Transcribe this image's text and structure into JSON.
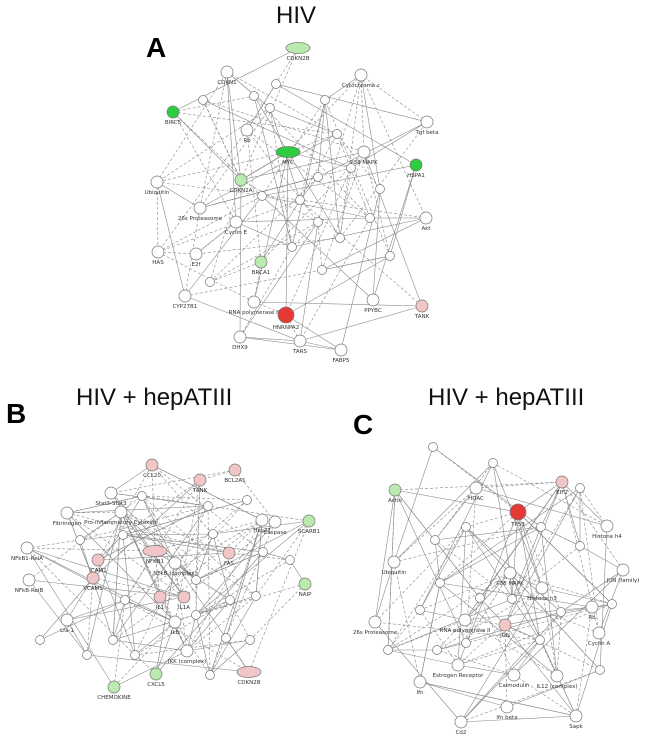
{
  "panels": [
    {
      "letter": "A",
      "title": "HIV",
      "nodes": [
        {
          "label": "CDKN2B",
          "status": "down"
        },
        {
          "label": "CDKN1",
          "status": "none"
        },
        {
          "label": "Cytochrome c",
          "status": "none"
        },
        {
          "label": "BIRC5",
          "status": "down"
        },
        {
          "label": "Rb",
          "status": "none"
        },
        {
          "label": "MYC",
          "status": "down"
        },
        {
          "label": "Tgf beta",
          "status": "none"
        },
        {
          "label": "P38 MAPK",
          "status": "none"
        },
        {
          "label": "HSPA1",
          "status": "down"
        },
        {
          "label": "Ubiquitin",
          "status": "none"
        },
        {
          "label": "CDKN2A",
          "status": "down"
        },
        {
          "label": "26s Proteasome",
          "status": "none"
        },
        {
          "label": "Cyclin E",
          "status": "none"
        },
        {
          "label": "E2f",
          "status": "none"
        },
        {
          "label": "BRCA1",
          "status": "down"
        },
        {
          "label": "HAS",
          "status": "none"
        },
        {
          "label": "CYP27B1",
          "status": "none"
        },
        {
          "label": "RNA polymerase II",
          "status": "none"
        },
        {
          "label": "HNRNPA2",
          "status": "up"
        },
        {
          "label": "DHX9",
          "status": "none"
        },
        {
          "label": "TARS",
          "status": "none"
        },
        {
          "label": "FABP5",
          "status": "none"
        },
        {
          "label": "PPYBC",
          "status": "none"
        },
        {
          "label": "TANK",
          "status": "up"
        },
        {
          "label": "Akt",
          "status": "none"
        }
      ]
    },
    {
      "letter": "B",
      "title": "HIV + hepATIII",
      "nodes": [
        {
          "label": "CCL20",
          "status": "up"
        },
        {
          "label": "TANK",
          "status": "up"
        },
        {
          "label": "BCL2A1",
          "status": "up"
        },
        {
          "label": "Stat3-Stat3",
          "status": "none"
        },
        {
          "label": "Pro-inflammatory Cytokine",
          "status": "none"
        },
        {
          "label": "Fibrinogen",
          "status": "none"
        },
        {
          "label": "NFkB1-RelA",
          "status": "none"
        },
        {
          "label": "NFKB1",
          "status": "up"
        },
        {
          "label": "ICAM1",
          "status": "up"
        },
        {
          "label": "NFkB (complex)",
          "status": "none"
        },
        {
          "label": "FAS",
          "status": "up"
        },
        {
          "label": "Hsp27",
          "status": "none"
        },
        {
          "label": "Caspase",
          "status": "none"
        },
        {
          "label": "SCARB1",
          "status": "down"
        },
        {
          "label": "NFkB-RelB",
          "status": "none"
        },
        {
          "label": "VCAM1",
          "status": "up"
        },
        {
          "label": "IL1",
          "status": "up"
        },
        {
          "label": "IL1A",
          "status": "up"
        },
        {
          "label": "Ikb",
          "status": "none"
        },
        {
          "label": "NAIP",
          "status": "down"
        },
        {
          "label": "Lfa-1",
          "status": "none"
        },
        {
          "label": "IKK (complex)",
          "status": "none"
        },
        {
          "label": "CXCL5",
          "status": "down"
        },
        {
          "label": "CHEMOKINE",
          "status": "down"
        },
        {
          "label": "CDKN2B",
          "status": "up"
        }
      ]
    },
    {
      "letter": "C",
      "title": "HIV + hepATIII",
      "nodes": [
        {
          "label": "EIF2",
          "status": "up"
        },
        {
          "label": "Actin",
          "status": "down"
        },
        {
          "label": "Ubiquitin",
          "status": "none"
        },
        {
          "label": "HDAC",
          "status": "none"
        },
        {
          "label": "TP53",
          "status": "up"
        },
        {
          "label": "Histone h4",
          "status": "none"
        },
        {
          "label": "JUN (family)",
          "status": "none"
        },
        {
          "label": "P38 MAPK",
          "status": "none"
        },
        {
          "label": "Histone h3",
          "status": "none"
        },
        {
          "label": "26s Proteasome",
          "status": "none"
        },
        {
          "label": "RNA polymerase II",
          "status": "none"
        },
        {
          "label": "JUN",
          "status": "up"
        },
        {
          "label": "Rb",
          "status": "none"
        },
        {
          "label": "Cyclin A",
          "status": "none"
        },
        {
          "label": "Estrogen Receptor",
          "status": "none"
        },
        {
          "label": "Calmodulin",
          "status": "none"
        },
        {
          "label": "IL12 (complex)",
          "status": "none"
        },
        {
          "label": "Ifn beta",
          "status": "none"
        },
        {
          "label": "Sapk",
          "status": "none"
        },
        {
          "label": "Cd2",
          "status": "none"
        },
        {
          "label": "Ifn",
          "status": "none"
        }
      ]
    }
  ],
  "colors": {
    "up": "#f2c6c6",
    "up_strong": "#e53935",
    "down": "#b9eab0",
    "down_strong": "#2ecc40",
    "none": "#ffffff",
    "stroke": "#777777",
    "edge": "#8a8a8a"
  }
}
